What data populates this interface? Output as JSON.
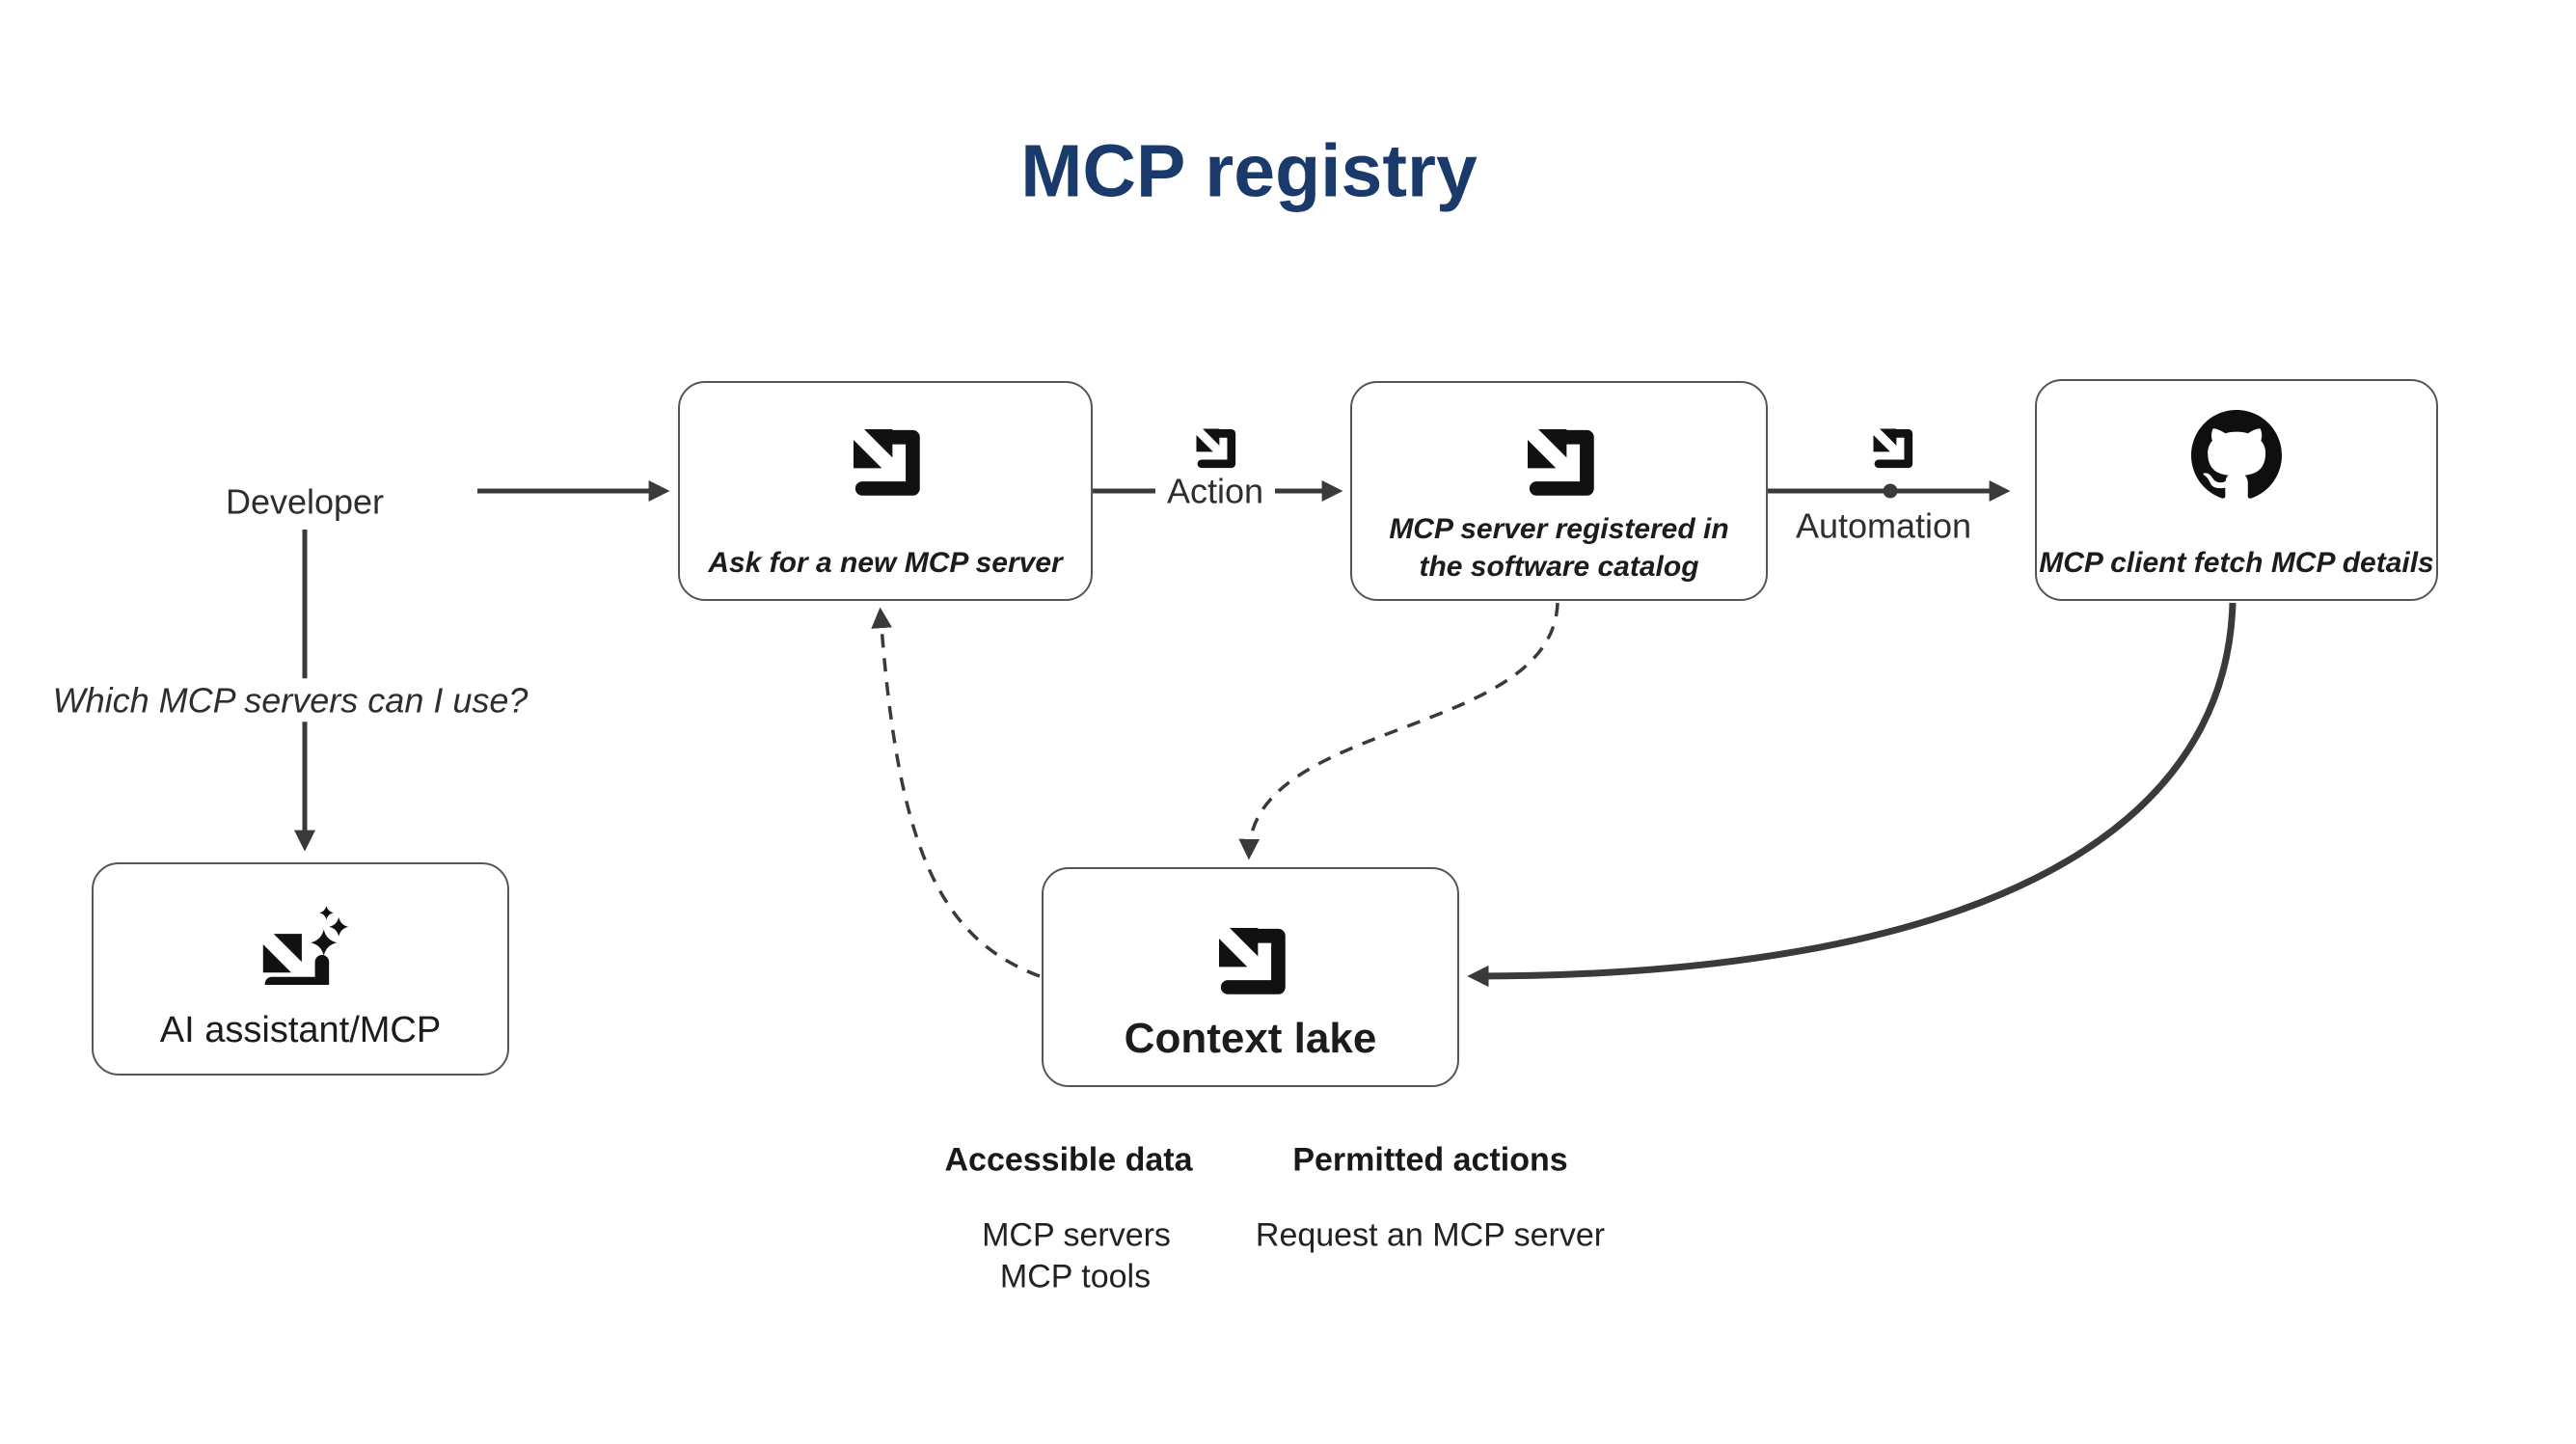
{
  "title": {
    "text": "MCP registry"
  },
  "theme": {
    "title_color": "#1b3a6c",
    "line_color": "#3a3a3a",
    "node_border_color": "#565656",
    "node_fill": "#ffffff",
    "icon_color": "#111111"
  },
  "labels": {
    "developer": "Developer",
    "question": "Which MCP servers can I use?",
    "action": "Action",
    "automation": "Automation"
  },
  "nodes": {
    "ai_assistant": {
      "label": "AI assistant/MCP",
      "icon": "port-logo-sparkles-icon"
    },
    "ask_server": {
      "label": "Ask for a new MCP server",
      "icon": "port-logo-icon"
    },
    "registered": {
      "label": "MCP server registered in the software catalog",
      "icon": "port-logo-icon"
    },
    "fetch_details": {
      "label": "MCP client fetch MCP details",
      "icon": "github-icon"
    },
    "context_lake": {
      "label": "Context lake",
      "icon": "port-logo-icon"
    }
  },
  "legend": {
    "accessible": {
      "header": "Accessible data",
      "items": [
        "MCP servers",
        "MCP tools"
      ]
    },
    "permitted": {
      "header": "Permitted actions",
      "items": [
        "Request an MCP server"
      ]
    }
  }
}
